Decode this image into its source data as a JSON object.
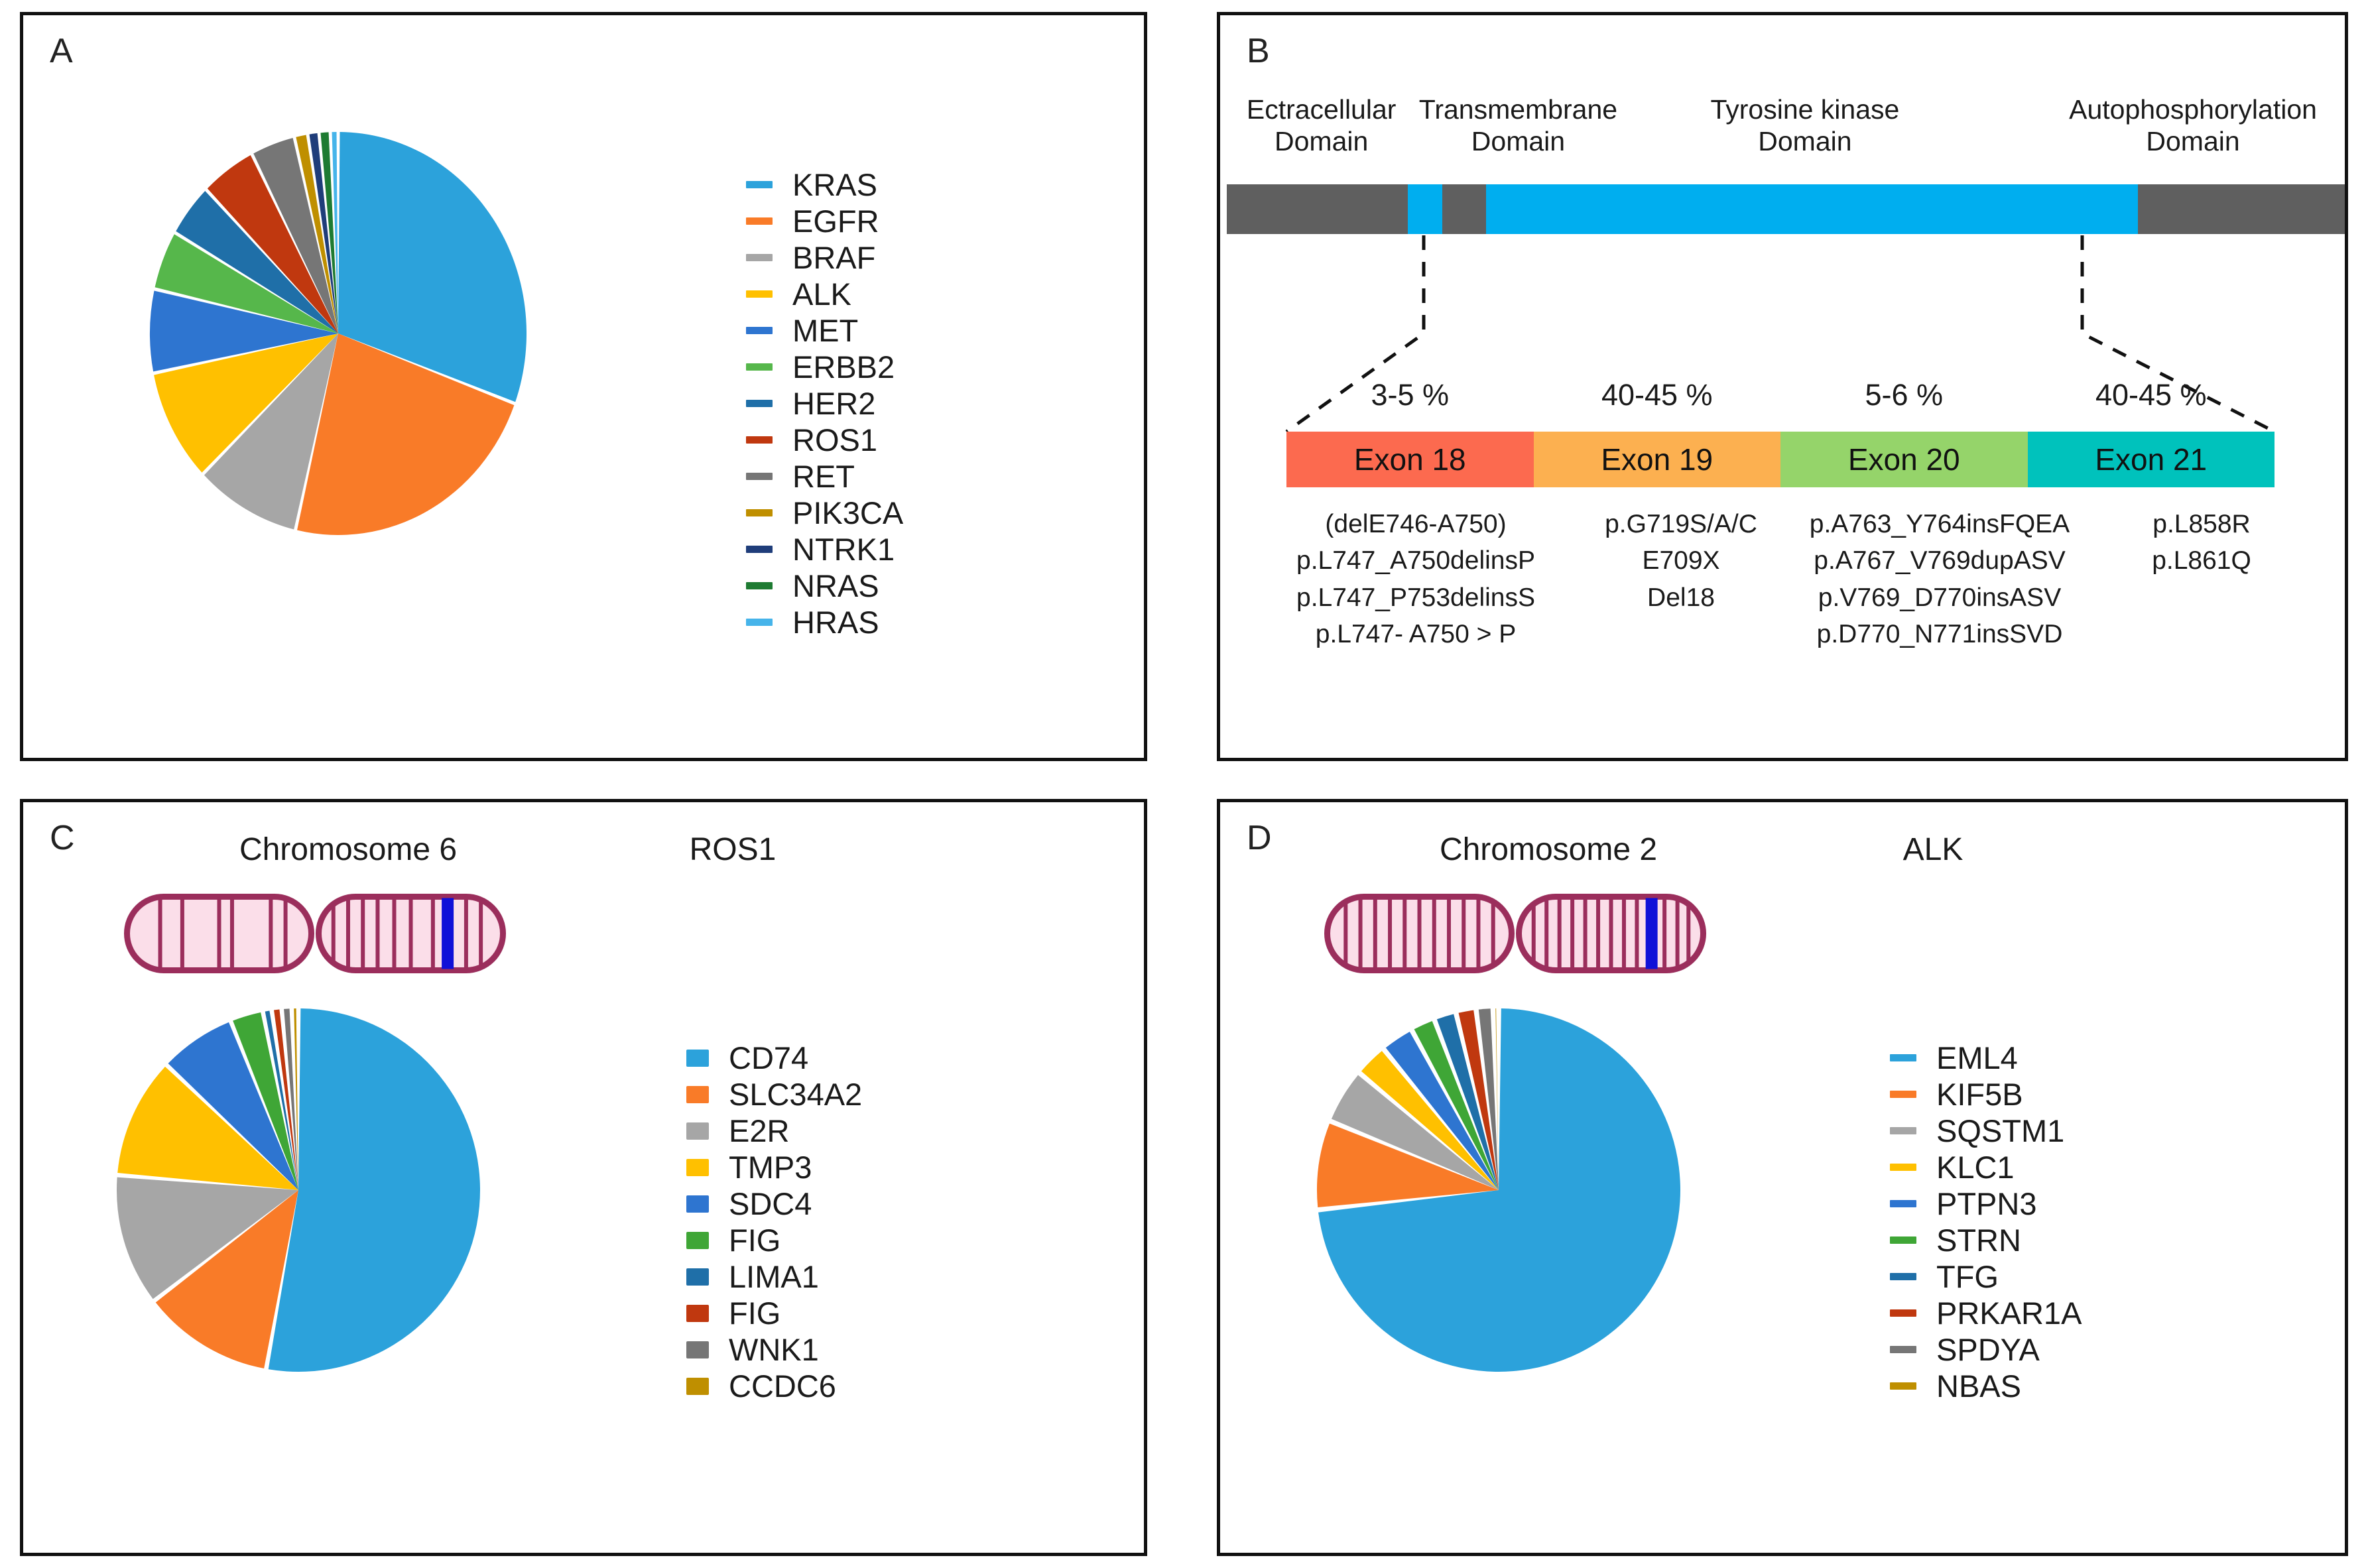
{
  "figure": {
    "panels": [
      {
        "letter": "A"
      },
      {
        "letter": "B"
      },
      {
        "letter": "C"
      },
      {
        "letter": "D"
      }
    ]
  },
  "colors": {
    "series": [
      "#2CA2DB",
      "#F97B28",
      "#A6A6A6",
      "#FFC000",
      "#2E75D0",
      "#56B74B",
      "#1F6FA8",
      "#C0380F",
      "#767676",
      "#BF8F00",
      "#1F3D7A",
      "#1E7B32",
      "#46B4EA"
    ],
    "exon18": "#FC6A4F",
    "exon19": "#FCB050",
    "exon20": "#95D46A",
    "exon21": "#00C2BC",
    "domain_gray": "#5F5F5F",
    "domain_cyan": "#00AEEF",
    "chrom_outline": "#9B2E5C",
    "chrom_fill": "#FBDEE9",
    "gene_marker": "#1010D8",
    "panel_border": "#111111"
  },
  "panel_a": {
    "letter": "A",
    "chart_data": {
      "type": "pie",
      "title": "",
      "categories": [
        "KRAS",
        "EGFR",
        "BRAF",
        "ALK",
        "MET",
        "ERBB2",
        "HER2",
        "ROS1",
        "RET",
        "PIK3CA",
        "NTRK1",
        "NRAS",
        "HRAS"
      ],
      "values": [
        32,
        24,
        9.5,
        9.5,
        7,
        5,
        4.5,
        5,
        4,
        1.2,
        1.0,
        1.0,
        0.7
      ],
      "colors": [
        "#2CA2DB",
        "#F97B28",
        "#A6A6A6",
        "#FFC000",
        "#2E75D0",
        "#56B74B",
        "#1F6FA8",
        "#C0380F",
        "#767676",
        "#BF8F00",
        "#1F3D7A",
        "#1E7B32",
        "#46B4EA"
      ],
      "legend_position": "right",
      "start_angle": 0,
      "explode": true
    },
    "legend": [
      {
        "label": "KRAS",
        "color": "#2CA2DB"
      },
      {
        "label": "EGFR",
        "color": "#F97B28"
      },
      {
        "label": "BRAF",
        "color": "#A6A6A6"
      },
      {
        "label": "ALK",
        "color": "#FFC000"
      },
      {
        "label": "MET",
        "color": "#2E75D0"
      },
      {
        "label": "ERBB2",
        "color": "#56B74B"
      },
      {
        "label": "HER2",
        "color": "#1F6FA8"
      },
      {
        "label": "ROS1",
        "color": "#C0380F"
      },
      {
        "label": "RET",
        "color": "#767676"
      },
      {
        "label": "PIK3CA",
        "color": "#BF8F00"
      },
      {
        "label": "NTRK1",
        "color": "#1F3D7A"
      },
      {
        "label": "NRAS",
        "color": "#1E7B32"
      },
      {
        "label": "HRAS",
        "color": "#46B4EA"
      }
    ]
  },
  "panel_b": {
    "letter": "B",
    "domain_labels": [
      {
        "text": "Ectracellular\nDomain",
        "center_pct": 9.0
      },
      {
        "text": "Transmembrane\nDomain",
        "center_pct": 26.5
      },
      {
        "text": "Tyrosine kinase\nDomain",
        "center_pct": 52.0
      },
      {
        "text": "Autophosphorylation\nDomain",
        "center_pct": 86.5
      }
    ],
    "domain_segments": [
      {
        "name": "extracellular",
        "color": "#5F5F5F",
        "start_pct": 0,
        "end_pct": 16.2
      },
      {
        "name": "transmembrane-cyan",
        "color": "#00AEEF",
        "start_pct": 16.2,
        "end_pct": 19.3
      },
      {
        "name": "juxtamembrane-gray",
        "color": "#5F5F5F",
        "start_pct": 19.3,
        "end_pct": 23.2
      },
      {
        "name": "tyrosine-kinase",
        "color": "#00AEEF",
        "start_pct": 23.2,
        "end_pct": 81.5
      },
      {
        "name": "autophosphorylation",
        "color": "#5F5F5F",
        "start_pct": 81.5,
        "end_pct": 100
      }
    ],
    "percentages": [
      "3-5 %",
      "40-45 %",
      "5-6 %",
      "40-45 %"
    ],
    "exons": [
      {
        "label": "Exon 18",
        "color": "#FC6A4F"
      },
      {
        "label": "Exon 19",
        "color": "#FCB050"
      },
      {
        "label": "Exon 20",
        "color": "#95D46A"
      },
      {
        "label": "Exon 21",
        "color": "#00C2BC"
      }
    ],
    "mutations": [
      "(delE746-A750)\np.L747_A750delinsP\np.L747_P753delinsS\np.L747- A750 > P",
      "p.G719S/A/C\nE709X\nDel18",
      "p.A763_Y764insFQEA\np.A767_V769dupASV\np.V769_D770insASV\np.D770_N771insSVD",
      "p.L858R\np.L861Q"
    ]
  },
  "panel_c": {
    "letter": "C",
    "chromosome_title": "Chromosome 6",
    "gene_title": "ROS1",
    "left_arm_bands": [
      18,
      30,
      50,
      57,
      78,
      86
    ],
    "right_arm_bands": [
      8,
      16,
      24,
      32,
      41,
      50,
      62,
      80,
      88
    ],
    "gene_band_pct": 70,
    "chart_data": {
      "type": "pie",
      "title": "",
      "categories": [
        "CD74",
        "SLC34A2",
        "E2R",
        "TMP3",
        "SDC4",
        "FIG",
        "LIMA1",
        "FIG",
        "WNK1",
        "CCDC6"
      ],
      "values": [
        54,
        12,
        12,
        11,
        7,
        3,
        0.8,
        0.9,
        0.9,
        0.6
      ],
      "colors": [
        "#2CA2DB",
        "#F97B28",
        "#A6A6A6",
        "#FFC000",
        "#2E75D0",
        "#3FA636",
        "#1F6FA8",
        "#C0380F",
        "#767676",
        "#BF8F00"
      ],
      "legend_position": "right",
      "start_angle": 0,
      "explode": true
    },
    "legend": [
      {
        "label": "CD74",
        "color": "#2CA2DB"
      },
      {
        "label": "SLC34A2",
        "color": "#F97B28"
      },
      {
        "label": "E2R",
        "color": "#A6A6A6"
      },
      {
        "label": "TMP3",
        "color": "#FFC000"
      },
      {
        "label": "SDC4",
        "color": "#2E75D0"
      },
      {
        "label": "FIG",
        "color": "#3FA636"
      },
      {
        "label": "LIMA1",
        "color": "#1F6FA8"
      },
      {
        "label": "FIG",
        "color": "#C0380F"
      },
      {
        "label": "WNK1",
        "color": "#767676"
      },
      {
        "label": "CCDC6",
        "color": "#BF8F00"
      }
    ]
  },
  "panel_d": {
    "letter": "D",
    "chromosome_title": "Chromosome 2",
    "gene_title": "ALK",
    "left_arm_bands": [
      10,
      18,
      26,
      34,
      42,
      50,
      58,
      66,
      74,
      82,
      90
    ],
    "right_arm_bands": [
      8,
      15,
      22,
      29,
      36,
      43,
      50,
      57,
      64,
      71,
      79,
      86,
      92
    ],
    "gene_band_pct": 72,
    "chart_data": {
      "type": "pie",
      "title": "",
      "categories": [
        "EML4",
        "KIF5B",
        "SQSTM1",
        "KLC1",
        "PTPN3",
        "STRN",
        "TFG",
        "PRKAR1A",
        "SPDYA",
        "NBAS"
      ],
      "values": [
        74,
        8,
        5,
        3,
        3,
        2.2,
        2.0,
        1.8,
        1.5,
        0.5
      ],
      "colors": [
        "#2CA2DB",
        "#F97B28",
        "#A6A6A6",
        "#FFC000",
        "#2E75D0",
        "#3FA636",
        "#1F6FA8",
        "#C0380F",
        "#767676",
        "#BF8F00"
      ],
      "legend_position": "right",
      "start_angle": 0,
      "explode": true
    },
    "legend": [
      {
        "label": "EML4",
        "color": "#2CA2DB"
      },
      {
        "label": "KIF5B",
        "color": "#F97B28"
      },
      {
        "label": "SQSTM1",
        "color": "#A6A6A6"
      },
      {
        "label": "KLC1",
        "color": "#FFC000"
      },
      {
        "label": "PTPN3",
        "color": "#2E75D0"
      },
      {
        "label": "STRN",
        "color": "#3FA636"
      },
      {
        "label": "TFG",
        "color": "#1F6FA8"
      },
      {
        "label": "PRKAR1A",
        "color": "#C0380F"
      },
      {
        "label": "SPDYA",
        "color": "#767676"
      },
      {
        "label": "NBAS",
        "color": "#BF8F00"
      }
    ]
  }
}
